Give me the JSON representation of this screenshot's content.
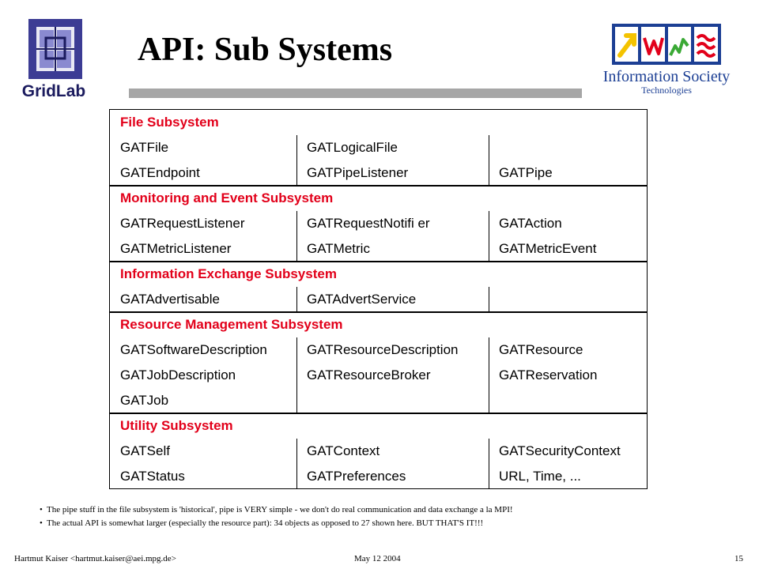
{
  "slide": {
    "title": "API: Sub Systems",
    "logo_left_text": "GridLab",
    "logo_right_line1": "Information Society",
    "logo_right_line2": "Technologies"
  },
  "table": {
    "sections": [
      {
        "header": "File Subsystem",
        "rows": [
          [
            "GATFile",
            "GATLogicalFile",
            ""
          ],
          [
            "GATEndpoint",
            "GATPipeListener",
            "GATPipe"
          ]
        ]
      },
      {
        "header": "Monitoring and Event Subsystem",
        "rows": [
          [
            "GATRequestListener",
            "GATRequestNotifi er",
            "GATAction"
          ],
          [
            "GATMetricListener",
            "GATMetric",
            "GATMetricEvent"
          ]
        ]
      },
      {
        "header": "Information Exchange Subsystem",
        "rows": [
          [
            "GATAdvertisable",
            "GATAdvertService",
            ""
          ]
        ]
      },
      {
        "header": "Resource Management Subsystem",
        "rows": [
          [
            "GATSoftwareDescription",
            "GATResourceDescription",
            "GATResource"
          ],
          [
            "GATJobDescription",
            "GATResourceBroker",
            "GATReservation"
          ],
          [
            "GATJob",
            "",
            ""
          ]
        ]
      },
      {
        "header": "Utility Subsystem",
        "rows": [
          [
            "GATSelf",
            "GATContext",
            "GATSecurityContext"
          ],
          [
            "GATStatus",
            "GATPreferences",
            "URL, Time, ..."
          ]
        ]
      }
    ]
  },
  "notes": {
    "bullet": "•",
    "line1": "The pipe stuff in the file subsystem is 'historical', pipe is VERY simple - we don't do real communication and data exchange a la MPI!",
    "line2": "The actual API is somewhat larger (especially the resource part): 34 objects as opposed to 27 shown here.  BUT THAT'S IT!!!"
  },
  "footer": {
    "author": "Hartmut Kaiser <hartmut.kaiser@aei.mpg.de>",
    "date": "May 12 2004",
    "page": "15"
  },
  "colors": {
    "section_header": "#e2001a",
    "title_rule": "#a6a6a6",
    "gridlab_blue": "#3c3c94",
    "gridlab_navy": "#1b1b5e",
    "ist_blue": "#1c3f94",
    "ist_yellow": "#f4c300",
    "ist_red": "#e2001a",
    "ist_green": "#3aa935"
  }
}
